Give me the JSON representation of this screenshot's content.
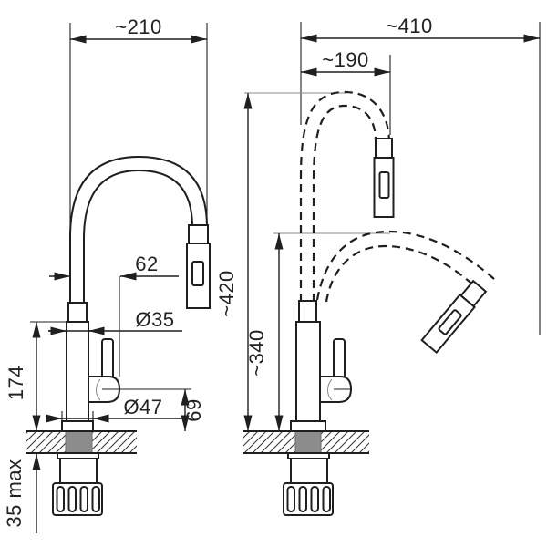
{
  "drawing": {
    "type": "technical-dimension-drawing",
    "subject": "kitchen mixer faucet with flexible pull-out spout, front and side views",
    "colors": {
      "line": "#1f1f1f",
      "shank_fill": "#8d8d8d",
      "background": "#ffffff"
    },
    "front_view": {
      "spout_width": "~210",
      "outlet_offset": "62",
      "body_diameter": "Ø35",
      "base_diameter": "Ø47",
      "body_height": "174",
      "outlet_height": "69",
      "counter_thickness_max": "35 max"
    },
    "side_view": {
      "hose_reach": "~410",
      "hose_width": "~190",
      "max_height": "~420",
      "mid_height": "~340"
    }
  }
}
